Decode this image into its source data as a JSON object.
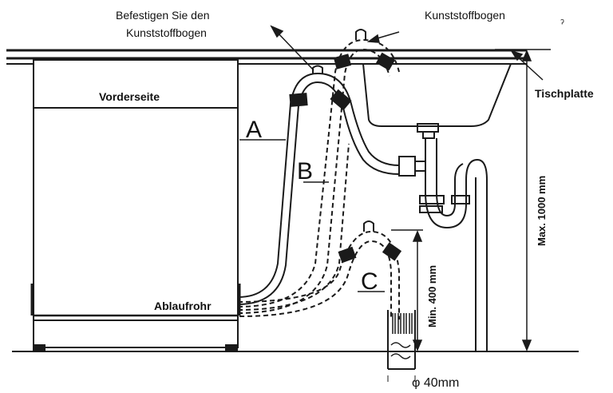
{
  "labels": {
    "fasten_bend_line1": "Befestigen Sie den",
    "fasten_bend_line2": "Kunststoffbogen",
    "plastic_bend": "Kunststoffbogen",
    "corner_mark": "ˀ",
    "front": "Vorderseite",
    "countertop": "Tischplatte",
    "drain_pipe": "Ablaufrohr",
    "letter_a": "A",
    "letter_b": "B",
    "letter_c": "C",
    "max_height": "Max. 1000 mm",
    "min_height": "Min. 400 mm",
    "diameter": "φ 40mm"
  },
  "colors": {
    "stroke": "#1a1a1a",
    "background": "#ffffff"
  }
}
